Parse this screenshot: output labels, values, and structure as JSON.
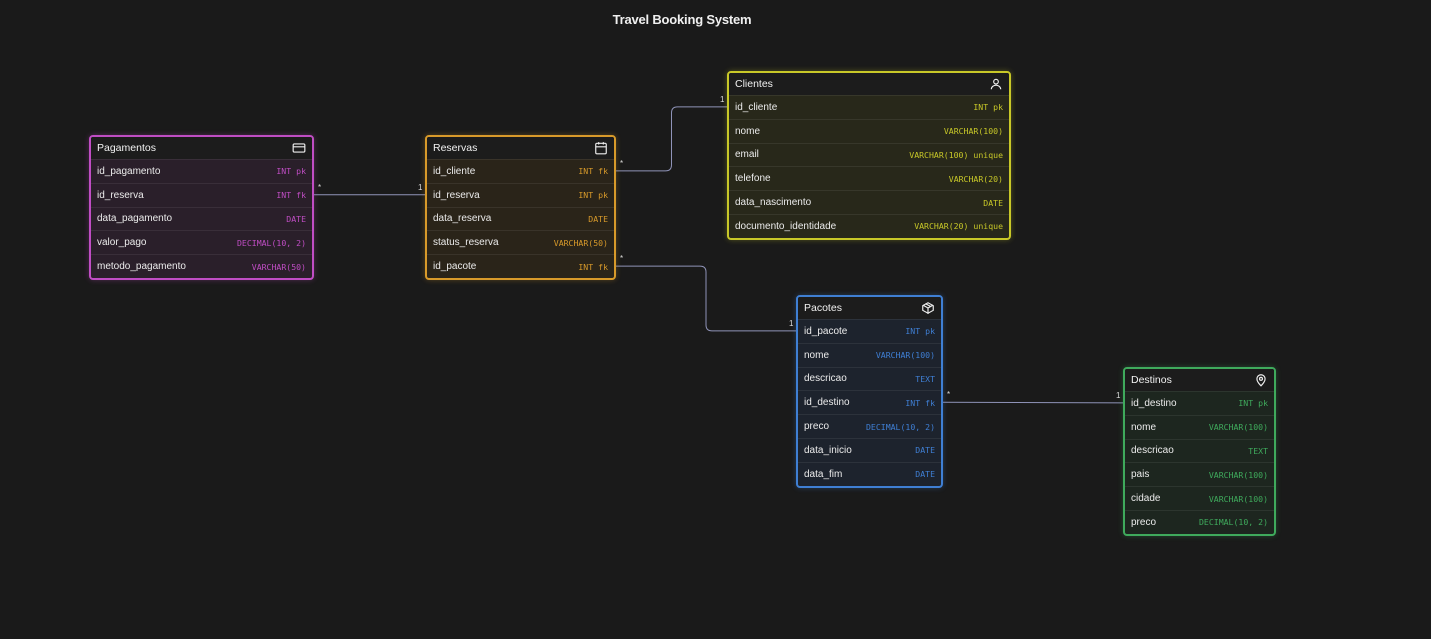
{
  "diagram_title": "Travel Booking System",
  "tables": [
    {
      "id": "pagamentos",
      "name": "Pagamentos",
      "icon": "credit-card-icon",
      "color": "#c04dc4",
      "bg": "#2a1f2a",
      "columns": [
        {
          "name": "id_pagamento",
          "type": "INT",
          "constraint": "pk"
        },
        {
          "name": "id_reserva",
          "type": "INT",
          "constraint": "fk"
        },
        {
          "name": "data_pagamento",
          "type": "DATE",
          "constraint": ""
        },
        {
          "name": "valor_pago",
          "type": "DECIMAL(10, 2)",
          "constraint": ""
        },
        {
          "name": "metodo_pagamento",
          "type": "VARCHAR(50)",
          "constraint": ""
        }
      ]
    },
    {
      "id": "reservas",
      "name": "Reservas",
      "icon": "calendar-icon",
      "color": "#d89a2a",
      "bg": "#2a2419",
      "columns": [
        {
          "name": "id_cliente",
          "type": "INT",
          "constraint": "fk"
        },
        {
          "name": "id_reserva",
          "type": "INT",
          "constraint": "pk"
        },
        {
          "name": "data_reserva",
          "type": "DATE",
          "constraint": ""
        },
        {
          "name": "status_reserva",
          "type": "VARCHAR(50)",
          "constraint": ""
        },
        {
          "name": "id_pacote",
          "type": "INT",
          "constraint": "fk"
        }
      ]
    },
    {
      "id": "clientes",
      "name": "Clientes",
      "icon": "user-icon",
      "color": "#c8c828",
      "bg": "#28281a",
      "columns": [
        {
          "name": "id_cliente",
          "type": "INT",
          "constraint": "pk"
        },
        {
          "name": "nome",
          "type": "VARCHAR(100)",
          "constraint": ""
        },
        {
          "name": "email",
          "type": "VARCHAR(100)",
          "constraint": "unique"
        },
        {
          "name": "telefone",
          "type": "VARCHAR(20)",
          "constraint": ""
        },
        {
          "name": "data_nascimento",
          "type": "DATE",
          "constraint": ""
        },
        {
          "name": "documento_identidade",
          "type": "VARCHAR(20)",
          "constraint": "unique"
        }
      ]
    },
    {
      "id": "pacotes",
      "name": "Pacotes",
      "icon": "package-icon",
      "color": "#3f7fd4",
      "bg": "#1d232d",
      "columns": [
        {
          "name": "id_pacote",
          "type": "INT",
          "constraint": "pk"
        },
        {
          "name": "nome",
          "type": "VARCHAR(100)",
          "constraint": ""
        },
        {
          "name": "descricao",
          "type": "TEXT",
          "constraint": ""
        },
        {
          "name": "id_destino",
          "type": "INT",
          "constraint": "fk"
        },
        {
          "name": "preco",
          "type": "DECIMAL(10, 2)",
          "constraint": ""
        },
        {
          "name": "data_inicio",
          "type": "DATE",
          "constraint": ""
        },
        {
          "name": "data_fim",
          "type": "DATE",
          "constraint": ""
        }
      ]
    },
    {
      "id": "destinos",
      "name": "Destinos",
      "icon": "map-pin-icon",
      "color": "#3faa5c",
      "bg": "#1d261f",
      "columns": [
        {
          "name": "id_destino",
          "type": "INT",
          "constraint": "pk"
        },
        {
          "name": "nome",
          "type": "VARCHAR(100)",
          "constraint": ""
        },
        {
          "name": "descricao",
          "type": "TEXT",
          "constraint": ""
        },
        {
          "name": "pais",
          "type": "VARCHAR(100)",
          "constraint": ""
        },
        {
          "name": "cidade",
          "type": "VARCHAR(100)",
          "constraint": ""
        },
        {
          "name": "preco",
          "type": "DECIMAL(10, 2)",
          "constraint": ""
        }
      ]
    }
  ],
  "relationships": [
    {
      "from": "pagamentos.id_reserva",
      "to": "reservas.id_reserva",
      "from_card": "*",
      "to_card": "1"
    },
    {
      "from": "reservas.id_cliente",
      "to": "clientes.id_cliente",
      "from_card": "*",
      "to_card": "1"
    },
    {
      "from": "reservas.id_pacote",
      "to": "pacotes.id_pacote",
      "from_card": "*",
      "to_card": "1"
    },
    {
      "from": "pacotes.id_destino",
      "to": "destinos.id_destino",
      "from_card": "*",
      "to_card": "1"
    }
  ],
  "line_color": "#8f93b8"
}
